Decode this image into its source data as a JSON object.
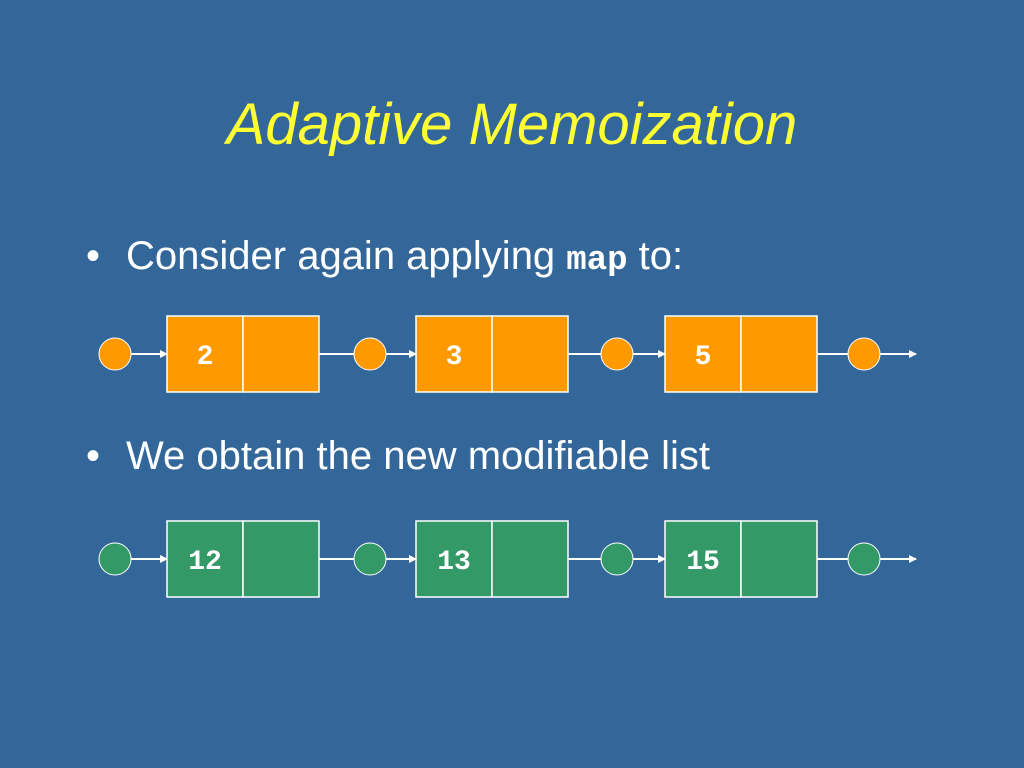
{
  "slide": {
    "title": "Adaptive Memoization",
    "bullet1": {
      "before": "Consider again applying ",
      "code": "map",
      "after": " to:"
    },
    "bullet2": "We obtain the new modifiable list"
  },
  "colors": {
    "background": "#336699",
    "title": "#ffff33",
    "input_list": "#ff9900",
    "output_list": "#339966",
    "link": "#ffffff"
  },
  "input_list": {
    "values": [
      "2",
      "3",
      "5"
    ]
  },
  "output_list": {
    "values": [
      "12",
      "13",
      "15"
    ]
  }
}
